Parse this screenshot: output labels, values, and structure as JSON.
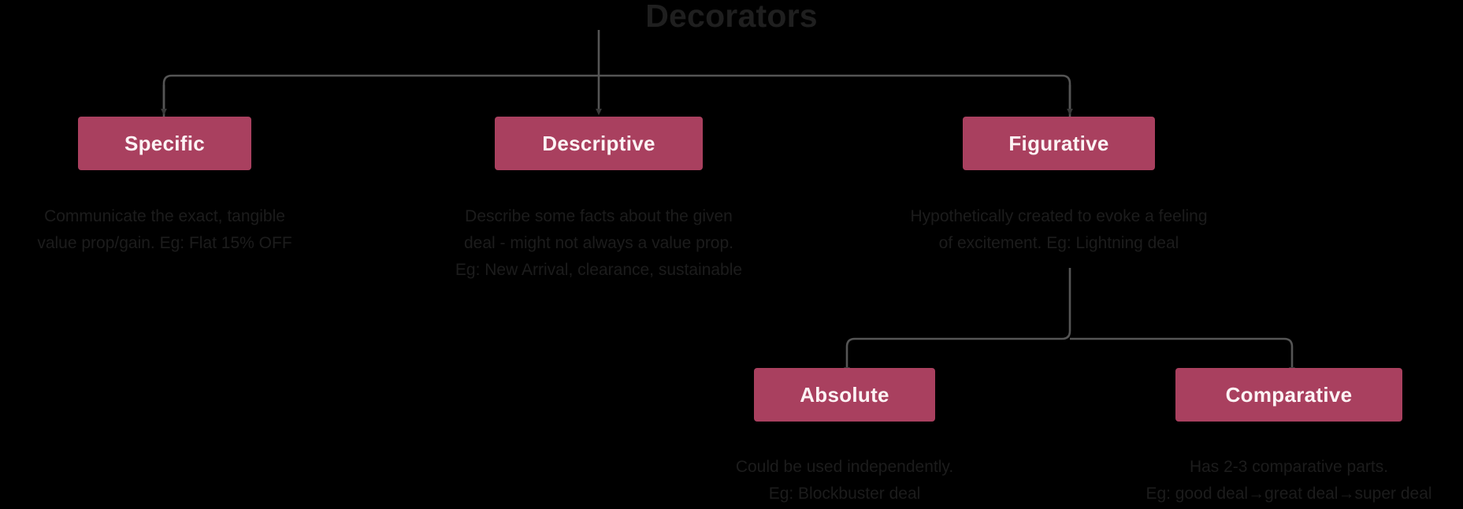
{
  "diagram": {
    "title": "Decorators",
    "colors": {
      "background": "#000000",
      "node_fill": "#a9405f",
      "node_text": "#fdf3f5",
      "caption_text": "#1c1c1c",
      "title_text": "#1f1f1f",
      "edge": "#555555"
    },
    "nodes": {
      "root": {
        "label": "Decorators"
      },
      "specific": {
        "label": "Specific",
        "caption": [
          "Communicate the exact, tangible",
          "value prop/gain. Eg: Flat 15% OFF"
        ]
      },
      "descriptive": {
        "label": "Descriptive",
        "caption": [
          "Describe some facts about the given",
          "deal - might not always a value prop.",
          "Eg: New Arrival, clearance, sustainable"
        ]
      },
      "figurative": {
        "label": "Figurative",
        "caption": [
          "Hypothetically created to evoke a feeling",
          "of excitement. Eg: Lightning deal"
        ]
      },
      "absolute": {
        "label": "Absolute",
        "caption": [
          "Could be used independently.",
          "Eg: Blockbuster deal"
        ]
      },
      "comparative": {
        "label": "Comparative",
        "caption": [
          "Has 2-3 comparative parts.",
          "Eg: good deal→great deal→super deal"
        ]
      }
    }
  }
}
